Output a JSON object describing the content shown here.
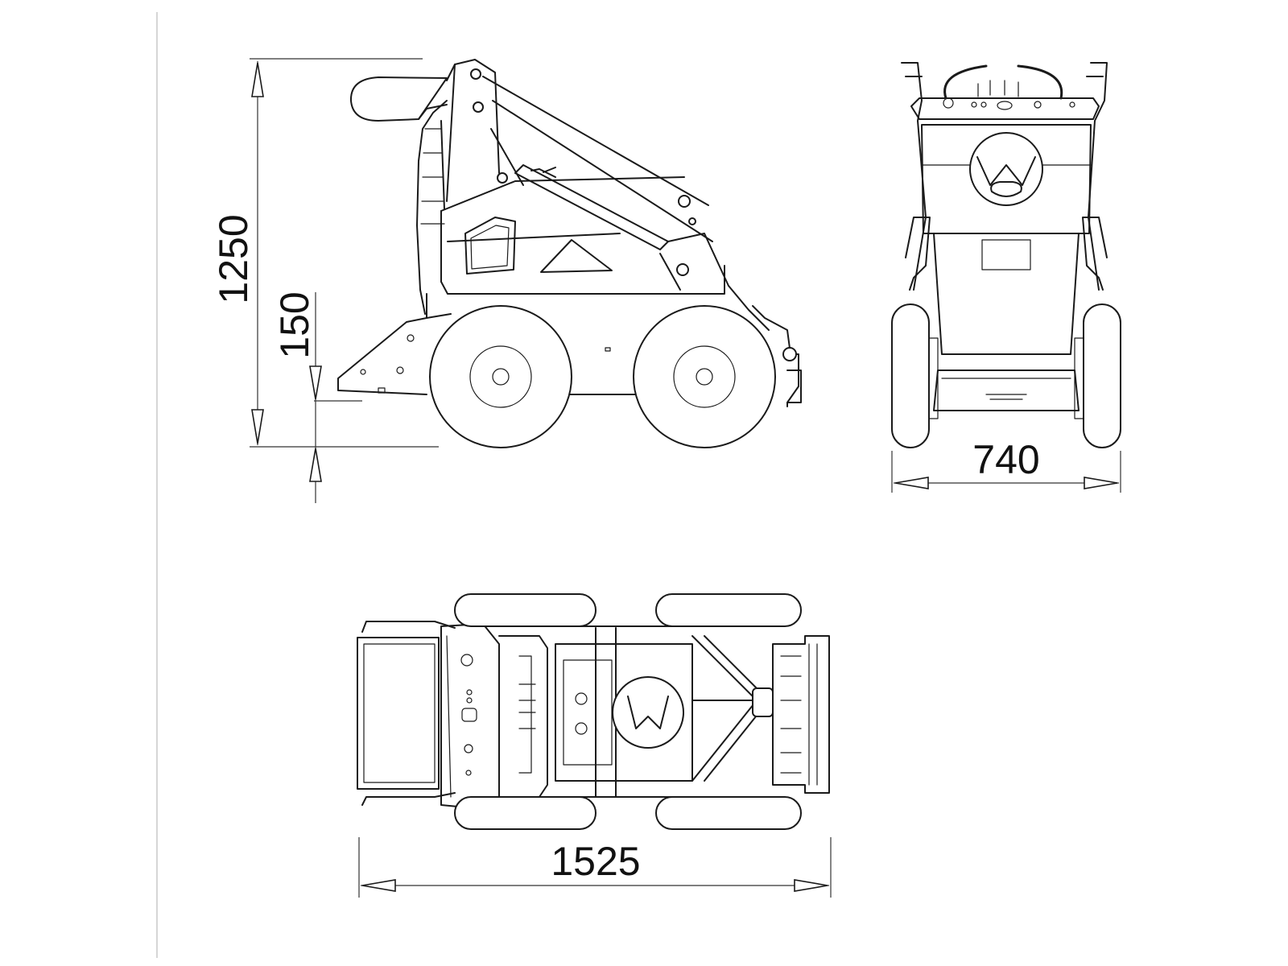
{
  "dimensions": {
    "height": "1250",
    "ground_clearance": "150",
    "width": "740",
    "length": "1525"
  },
  "colors": {
    "line": "#1a1a1a",
    "background": "#ffffff",
    "margin_rule": "#c8c8c8"
  }
}
